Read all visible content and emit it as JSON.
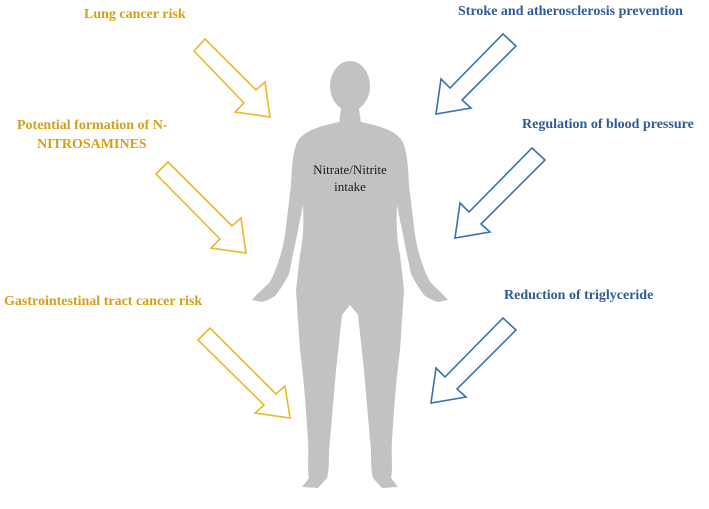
{
  "colors": {
    "risk": "#d4a017",
    "benefit": "#2f5b96",
    "body": "#c2c2c2"
  },
  "center": {
    "text": "Nitrate/Nitrite intake",
    "line1": "Nitrate/Nitrite",
    "line2": "intake"
  },
  "risks": [
    {
      "text": "Lung cancer risk"
    },
    {
      "text": "Potential formation of N-NITROSAMINES",
      "line1": "Potential formation of N-",
      "line2": "NITROSAMINES"
    },
    {
      "text": "Gastrointestinal tract cancer risk"
    }
  ],
  "benefits": [
    {
      "text": "Stroke and atherosclerosis prevention"
    },
    {
      "text": "Regulation of blood pressure"
    },
    {
      "text": "Reduction of triglyceride"
    }
  ]
}
